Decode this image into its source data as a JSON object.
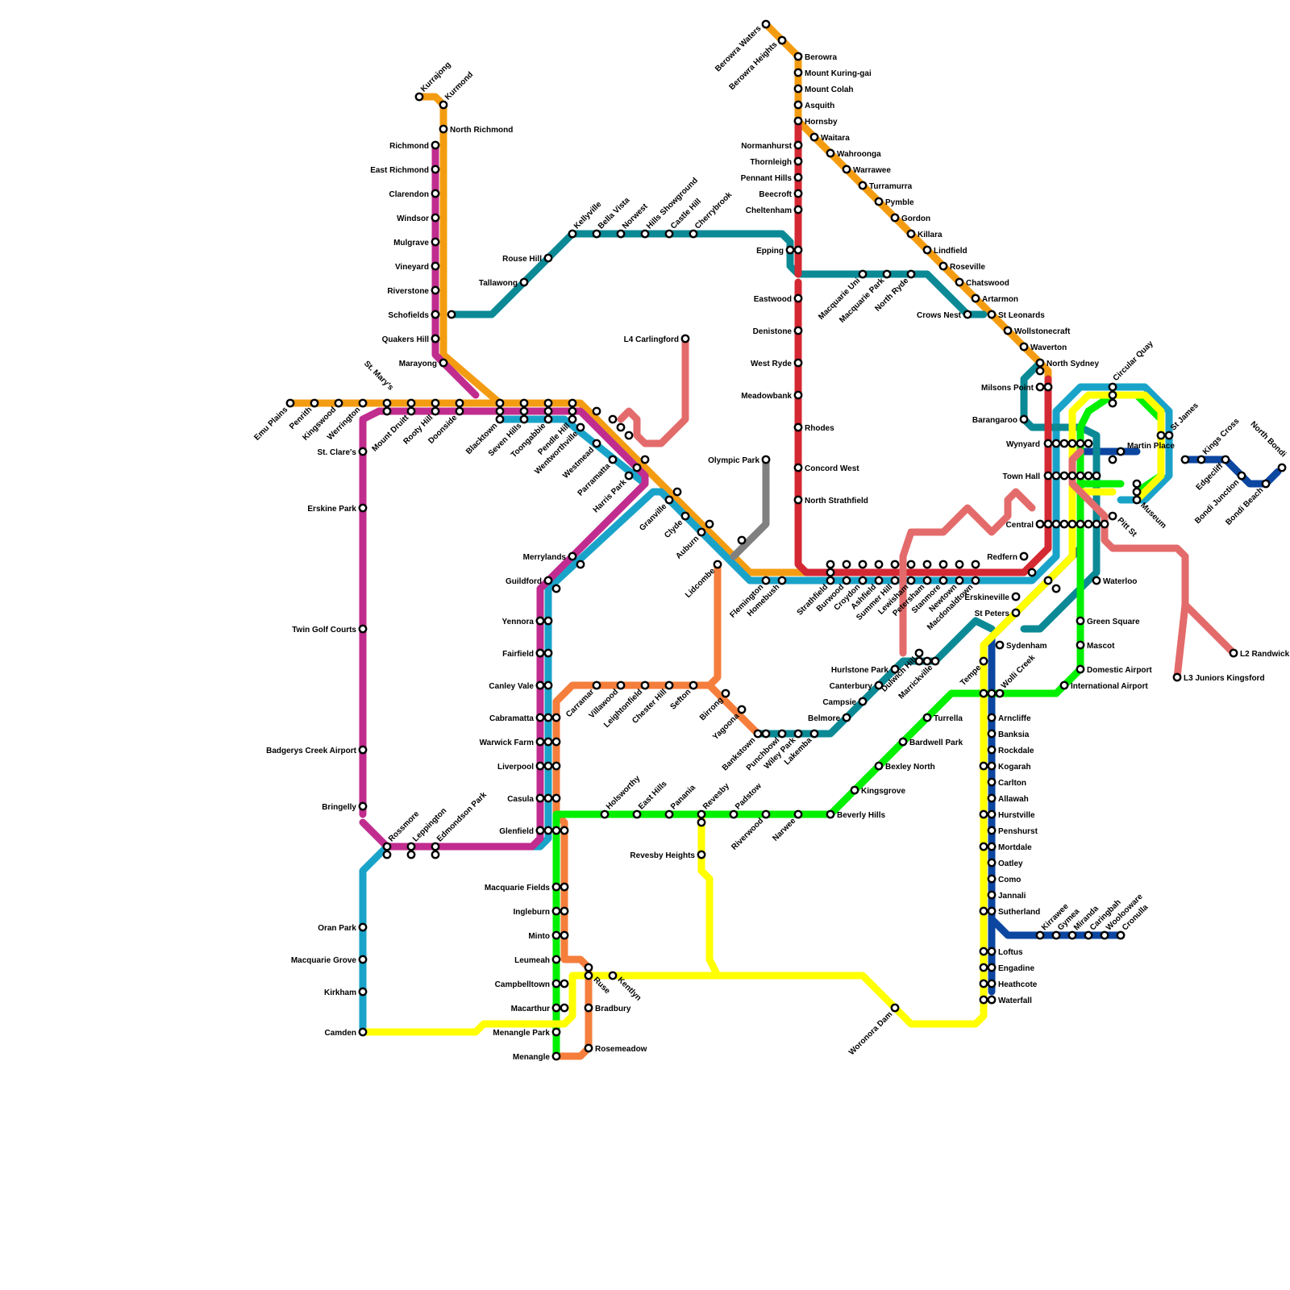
{
  "lines": [
    {
      "id": "T1",
      "color": "#f39c12"
    },
    {
      "id": "T2",
      "color": "#1aa3c9"
    },
    {
      "id": "T3",
      "color": "#f57e3c"
    },
    {
      "id": "T4",
      "color": "#0b46a0"
    },
    {
      "id": "T5",
      "color": "#c12c8f"
    },
    {
      "id": "T6",
      "color": "#0b8a96"
    },
    {
      "id": "T7",
      "color": "#808080"
    },
    {
      "id": "T8",
      "color": "#00f000"
    },
    {
      "id": "T9",
      "color": "#d42833"
    },
    {
      "id": "SC",
      "color": "#ffff00"
    },
    {
      "id": "LR",
      "color": "#e46b6b"
    }
  ],
  "stations": [
    "Berowra Waters",
    "Berowra Heights",
    "Berowra",
    "Mount Kuring-gai",
    "Mount Colah",
    "Asquith",
    "Hornsby",
    "Waitara",
    "Wahroonga",
    "Warrawee",
    "Turramurra",
    "Pymble",
    "Gordon",
    "Killara",
    "Lindfield",
    "Roseville",
    "Chatswood",
    "Artarmon",
    "St Leonards",
    "Wollstonecraft",
    "Waverton",
    "North Sydney",
    "Milsons Point",
    "Barangaroo",
    "Circular Quay",
    "Wynyard",
    "Martin Place",
    "Town Hall",
    "Central",
    "Museum",
    "St James",
    "Kings Cross",
    "Edgecliff",
    "Bondi Junction",
    "Bondi Beach",
    "North Bondi",
    "Pitt St",
    "Redfern",
    "Normanhurst",
    "Thornleigh",
    "Pennant Hills",
    "Beecroft",
    "Cheltenham",
    "Epping",
    "Eastwood",
    "Denistone",
    "West Ryde",
    "Meadowbank",
    "Rhodes",
    "Concord West",
    "North Strathfield",
    "Macquarie Uni",
    "Macquarie Park",
    "North Ryde",
    "Crows Nest",
    "Kurrajong",
    "Kurmond",
    "North Richmond",
    "Richmond",
    "East Richmond",
    "Clarendon",
    "Windsor",
    "Mulgrave",
    "Vineyard",
    "Riverstone",
    "Schofields",
    "Quakers Hill",
    "Marayong",
    "Rouse Hill",
    "Tallawong",
    "Kellyville",
    "Bella Vista",
    "Norwest",
    "Hills Showground",
    "Castle Hill",
    "Cherrybrook",
    "Emu Plains",
    "Penrith",
    "Kingswood",
    "Werrington",
    "St. Mary's",
    "Mount Druitt",
    "Rooty Hill",
    "Doonside",
    "Blacktown",
    "Seven Hills",
    "Toongabbie",
    "Pendle Hill",
    "Wentworthville",
    "Westmead",
    "Parramatta",
    "Harris Park",
    "Granville",
    "Clyde",
    "Auburn",
    "Lidcombe",
    "Flemington",
    "Homebush",
    "Strathfield",
    "Burwood",
    "Croydon",
    "Ashfield",
    "Summer Hill",
    "Lewisham",
    "Petersham",
    "Stanmore",
    "Newtown",
    "Macdonaldtown",
    "Erskineville",
    "St Peters",
    "Sydenham",
    "Tempe",
    "Wolli Creek",
    "Olympic Park",
    "L4 Carlingford",
    "St. Clare's",
    "Erskine Park",
    "Twin Golf Courts",
    "Badgerys Creek Airport",
    "Bringelly",
    "Rossmore",
    "Leppington",
    "Edmondson Park",
    "Oran Park",
    "Macquarie Grove",
    "Kirkham",
    "Camden",
    "Merrylands",
    "Guildford",
    "Yennora",
    "Fairfield",
    "Canley Vale",
    "Cabramatta",
    "Warwick Farm",
    "Liverpool",
    "Casula",
    "Glenfield",
    "Macquarie Fields",
    "Ingleburn",
    "Minto",
    "Leumeah",
    "Campbelltown",
    "Macarthur",
    "Menangle Park",
    "Menangle",
    "Ruse",
    "Kentlyn",
    "Bradbury",
    "Rosemeadow",
    "Carramar",
    "Villawood",
    "Leightonfield",
    "Chester Hill",
    "Sefton",
    "Birrong",
    "Yagoona",
    "Bankstown",
    "Punchbowl",
    "Wiley Park",
    "Lakemba",
    "Belmore",
    "Campsie",
    "Canterbury",
    "Hurlstone Park",
    "Dulwich Hill",
    "Marrickville",
    "Holsworthy",
    "East Hills",
    "Panania",
    "Revesby",
    "Padstow",
    "Riverwood",
    "Narwee",
    "Beverly Hills",
    "Kingsgrove",
    "Bexley North",
    "Bardwell Park",
    "Turrella",
    "Revesby Heights",
    "Woronora Dam",
    "Arncliffe",
    "Banksia",
    "Rockdale",
    "Kogarah",
    "Carlton",
    "Allawah",
    "Hurstville",
    "Penshurst",
    "Mortdale",
    "Oatley",
    "Como",
    "Jannali",
    "Sutherland",
    "Loftus",
    "Engadine",
    "Heathcote",
    "Waterfall",
    "Kirrawee",
    "Gymea",
    "Miranda",
    "Caringbah",
    "Woolooware",
    "Cronulla",
    "Green Square",
    "Mascot",
    "Domestic Airport",
    "International Airport",
    "Waterloo",
    "L2 Randwick",
    "L3 Juniors Kingsford"
  ]
}
